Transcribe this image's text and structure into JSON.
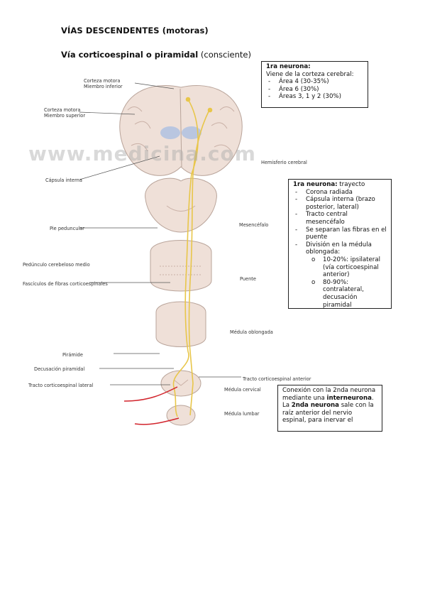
{
  "document": {
    "title": "VÍAS DESCENDENTES (motoras)",
    "heading_bold": "Vía corticoespinal o piramidal",
    "heading_normal": " (consciente)"
  },
  "box1": {
    "title": "1ra neurona:",
    "intro": "Viene de la corteza cerebral:",
    "items": [
      "Área 4 (30-35%)",
      "Área 6 (30%)",
      "Áreas 3, 1 y 2 (30%)"
    ]
  },
  "box2": {
    "title_bold": "1ra neurona:",
    "title_rest": " trayecto",
    "items": [
      "Corona radiada",
      "Cápsula interna (brazo posterior, lateral)",
      "Tracto central mesencéfalo",
      "Se separan las fibras en el puente",
      "División en la médula oblongada:"
    ],
    "subitems": [
      "10-20%: ipsilateral (vía corticoespinal anterior)",
      "80-90%: contralateral, decusación piramidal"
    ]
  },
  "box3": {
    "line1": "Conexión con la 2nda neurona mediante una ",
    "line1_bold": "interneurona",
    "line1_end": ".",
    "line2_start": "La ",
    "line2_bold": "2nda neurona",
    "line2_rest": " sale con la raíz anterior del nervio espinal, para inervar el"
  },
  "figure": {
    "watermark": "www.medicina.com",
    "labels": {
      "corteza_inferior": "Corteza motora\nMiembro inferior",
      "corteza_superior": "Corteza motora\nMiembro superior",
      "capsula": "Cápsula interna",
      "hemisferio": "Hemisferio cerebral",
      "pie_peduncular": "Pie peduncular",
      "mesencefalo": "Mesencéfalo",
      "pedunculo": "Pedúnculo cerebeloso medio",
      "fasciculos": "Fascículos de fibras corticoespinales",
      "puente": "Puente",
      "medula_oblongada": "Médula oblongada",
      "piramide": "Pirámide",
      "decusacion": "Decusación piramidal",
      "tracto_lateral": "Tracto corticoespinal lateral",
      "tracto_anterior": "Tracto corticoespinal anterior",
      "medula_cervical": "Médula cervical",
      "medula_lumbar": "Médula lumbar"
    }
  },
  "colors": {
    "tract": "#e8c64a",
    "tissue": "#efe0d8",
    "tissue_edge": "#b9a49a",
    "ventricle": "#b9c6e0",
    "red": "#d2242c"
  }
}
